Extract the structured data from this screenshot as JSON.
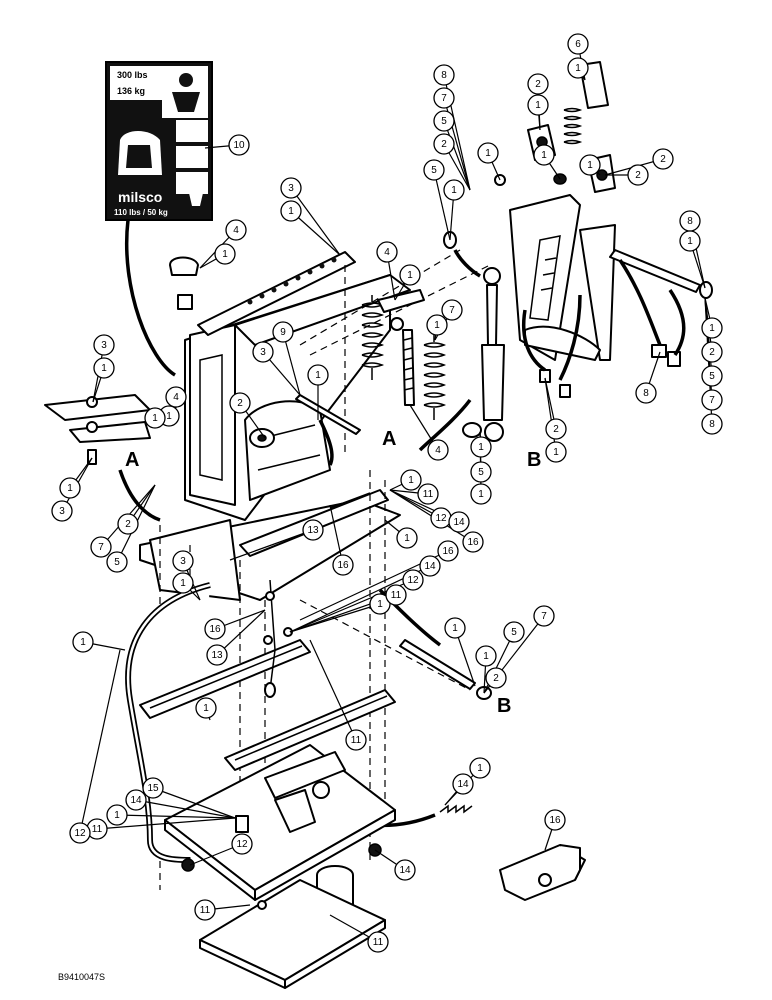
{
  "diagram": {
    "letters": {
      "a": "A",
      "b": "B"
    },
    "image_code": "B9410047S",
    "decal": {
      "max_lbs": "300 lbs",
      "max_kg": "136 kg",
      "brand": "milsco",
      "min_weight": "110 lbs / 50 kg"
    },
    "callouts": [
      "6",
      "1",
      "8",
      "7",
      "5",
      "2",
      "1",
      "2",
      "1",
      "1",
      "2",
      "2",
      "1",
      "5",
      "1",
      "8",
      "1",
      "1",
      "2",
      "5",
      "7",
      "8",
      "3",
      "1",
      "4",
      "1",
      "4",
      "1",
      "7",
      "1",
      "9",
      "3",
      "1",
      "2",
      "10",
      "3",
      "1",
      "4",
      "1",
      "1",
      "3",
      "1",
      "2",
      "7",
      "5",
      "4",
      "1",
      "5",
      "1",
      "2",
      "1",
      "8",
      "1",
      "11",
      "12",
      "14",
      "16",
      "1",
      "16",
      "13",
      "3",
      "1",
      "16",
      "1",
      "11",
      "12",
      "14",
      "16",
      "13",
      "1",
      "1",
      "2",
      "5",
      "7",
      "1",
      "11",
      "14",
      "1",
      "15",
      "14",
      "1",
      "11",
      "12",
      "16",
      "14",
      "12",
      "11",
      "1",
      "11",
      "16",
      "12"
    ]
  }
}
